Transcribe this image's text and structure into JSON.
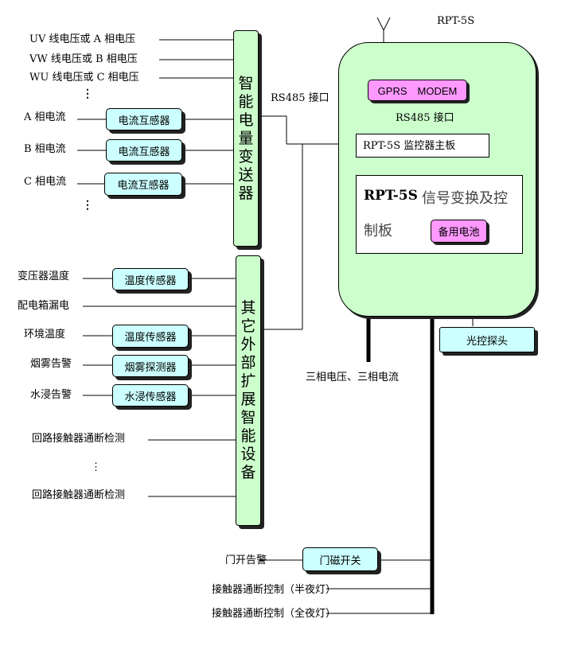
{
  "title": "RPT-5S",
  "left_inputs": {
    "uv": "UV 线电压或 A 相电压",
    "vw": "VW 线电压或 B 相电压",
    "wu": "WU 线电压或 C 相电压",
    "ia": "A 相电流",
    "ib": "B 相电流",
    "ic": "C 相电流",
    "transformer_temp": "变压器温度",
    "leakage": "配电箱漏电",
    "env_temp": "环境温度",
    "smoke_alarm": "烟雾告警",
    "water_alarm": "水浸告警",
    "loop_check_1": "回路接触器通断检测",
    "ellipsis_mid": "⋮",
    "loop_check_2": "回路接触器通断检测",
    "door_alarm": "门开告警",
    "ctrl_half": "接触器通断控制（半夜灯）",
    "ctrl_full": "接触器通断控制（全夜灯）"
  },
  "sensors": {
    "ct1": "电流互感器",
    "ct2": "电流互感器",
    "ct3": "电流互感器",
    "temp1": "温度传感器",
    "temp2": "温度传感器",
    "smoke": "烟雾探测器",
    "water": "水浸传感器",
    "door": "门磁开关",
    "light": "光控探头"
  },
  "transmitter": {
    "chars": [
      "智",
      "能",
      "电",
      "量",
      "变",
      "送",
      "器"
    ]
  },
  "ext_devices": {
    "chars": [
      "其",
      "它",
      "外",
      "部",
      "扩",
      "展",
      "智",
      "能",
      "设",
      "备"
    ]
  },
  "rpt": {
    "gprs": "GPRS　MODEM",
    "rs485_inner": "RS485 接口",
    "mainboard": "RPT-5S 监控器主板",
    "signal_board_a": "RPT-5S",
    "signal_board_b": "信号变换及控",
    "signal_board_c": "制板",
    "battery": "备用电池"
  },
  "rs485_outer": "RS485 接口",
  "three_phase": "三相电压、三相电流"
}
